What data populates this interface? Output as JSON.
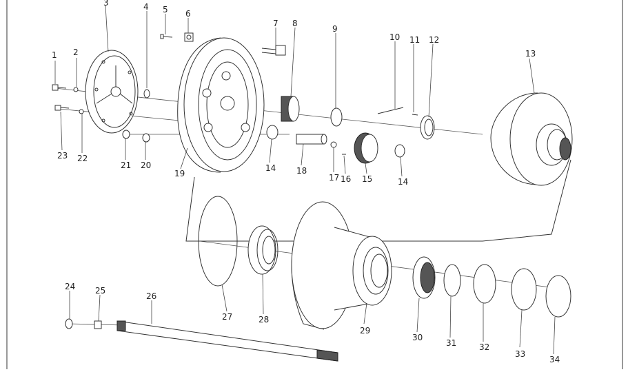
{
  "diagram": {
    "labels": [
      {
        "id": "1",
        "text": "1"
      },
      {
        "id": "2",
        "text": "2"
      },
      {
        "id": "3",
        "text": "3"
      },
      {
        "id": "4",
        "text": "4"
      },
      {
        "id": "5",
        "text": "5"
      },
      {
        "id": "6",
        "text": "6"
      },
      {
        "id": "7",
        "text": "7"
      },
      {
        "id": "8",
        "text": "8"
      },
      {
        "id": "9",
        "text": "9"
      },
      {
        "id": "10",
        "text": "10"
      },
      {
        "id": "11",
        "text": "11"
      },
      {
        "id": "12",
        "text": "12"
      },
      {
        "id": "13",
        "text": "13"
      },
      {
        "id": "14a",
        "text": "14"
      },
      {
        "id": "14b",
        "text": "14"
      },
      {
        "id": "15",
        "text": "15"
      },
      {
        "id": "16",
        "text": "16"
      },
      {
        "id": "17",
        "text": "17"
      },
      {
        "id": "18",
        "text": "18"
      },
      {
        "id": "19",
        "text": "19"
      },
      {
        "id": "20",
        "text": "20"
      },
      {
        "id": "21",
        "text": "21"
      },
      {
        "id": "22",
        "text": "22"
      },
      {
        "id": "23",
        "text": "23"
      },
      {
        "id": "24",
        "text": "24"
      },
      {
        "id": "25",
        "text": "25"
      },
      {
        "id": "26",
        "text": "26"
      },
      {
        "id": "27",
        "text": "27"
      },
      {
        "id": "28",
        "text": "28"
      },
      {
        "id": "29",
        "text": "29"
      },
      {
        "id": "30",
        "text": "30"
      },
      {
        "id": "31",
        "text": "31"
      },
      {
        "id": "32",
        "text": "32"
      },
      {
        "id": "33",
        "text": "33"
      },
      {
        "id": "34",
        "text": "34"
      }
    ]
  }
}
